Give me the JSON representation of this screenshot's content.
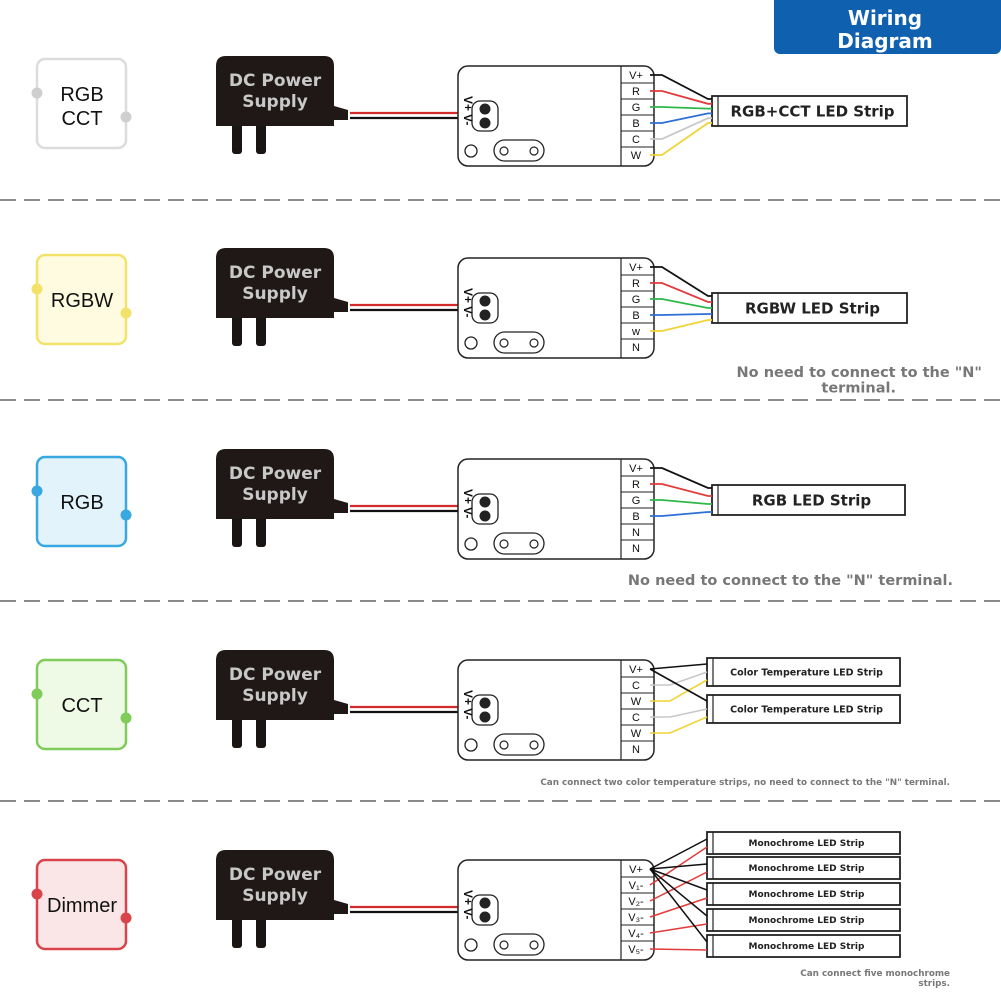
{
  "header": {
    "title_line1": "Wiring",
    "title_line2": "Diagram",
    "bg_color": "#1060b0"
  },
  "colors": {
    "R": "#e23b3b",
    "G": "#2db84a",
    "B": "#2d6fd6",
    "C": "#c8c8c8",
    "W": "#f2d335",
    "w": "#f2d335",
    "V+": "#111111",
    "N": "#111111"
  },
  "psu_label": [
    "DC Power",
    "Supply"
  ],
  "polarity": [
    "V+",
    "V-"
  ],
  "sections": [
    {
      "mode_label": [
        "RGB",
        "CCT"
      ],
      "mode_border": "#dcdcdc",
      "mode_fill": "#ffffff",
      "mode_dot": "#cfcfcf",
      "terminals": [
        "V+",
        "R",
        "G",
        "B",
        "C",
        "W"
      ],
      "strips": [
        {
          "label": "RGB+CCT LED Strip"
        }
      ],
      "note": ""
    },
    {
      "mode_label": [
        "RGBW"
      ],
      "mode_border": "#f2e26a",
      "mode_fill": "#fffbe0",
      "mode_dot": "#f2e26a",
      "terminals": [
        "V+",
        "R",
        "G",
        "B",
        "w",
        "N"
      ],
      "strips": [
        {
          "label": "RGBW LED Strip"
        }
      ],
      "note": "No need to connect to the \"N\" terminal."
    },
    {
      "mode_label": [
        "RGB"
      ],
      "mode_border": "#3aa8e0",
      "mode_fill": "#e3f3fc",
      "mode_dot": "#3aa8e0",
      "terminals": [
        "V+",
        "R",
        "G",
        "B",
        "N",
        "N"
      ],
      "strips": [
        {
          "label": "RGB LED Strip"
        }
      ],
      "note": "No need to connect to the \"N\" terminal."
    },
    {
      "mode_label": [
        "CCT"
      ],
      "mode_border": "#7fcc5a",
      "mode_fill": "#eef9e6",
      "mode_dot": "#7fcc5a",
      "terminals": [
        "V+",
        "C",
        "W",
        "C",
        "W",
        "N"
      ],
      "strips": [
        {
          "label": "Color Temperature LED Strip"
        },
        {
          "label": "Color Temperature LED Strip"
        }
      ],
      "note": "Can connect two color temperature strips, no need to connect to the \"N\" terminal."
    },
    {
      "mode_label": [
        "Dimmer"
      ],
      "mode_border": "#d9444a",
      "mode_fill": "#fbe6e7",
      "mode_dot": "#d9444a",
      "terminals": [
        "V+",
        "V₁-",
        "V₂-",
        "V₃-",
        "V₄-",
        "V₅-"
      ],
      "strips": [
        {
          "label": "Monochrome LED Strip"
        },
        {
          "label": "Monochrome LED Strip"
        },
        {
          "label": "Monochrome LED Strip"
        },
        {
          "label": "Monochrome LED Strip"
        },
        {
          "label": "Monochrome LED Strip"
        }
      ],
      "note": "Can connect five monochrome strips."
    }
  ]
}
